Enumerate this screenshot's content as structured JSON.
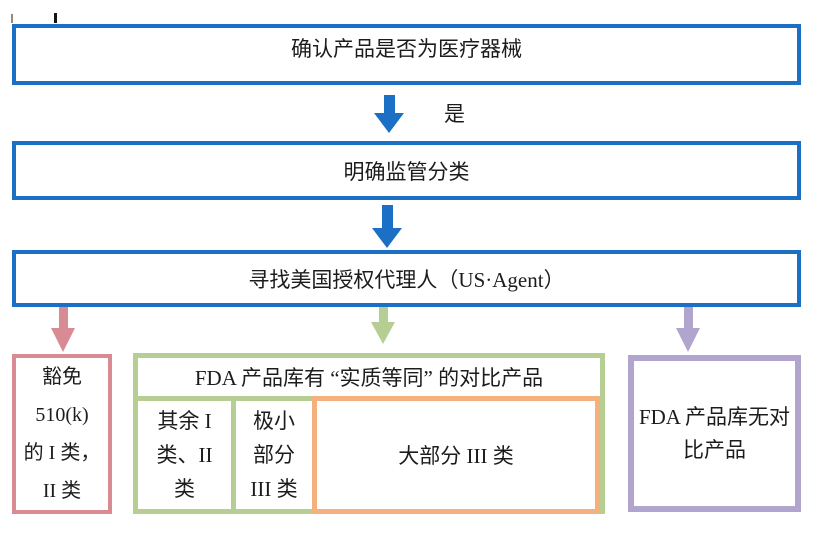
{
  "colors": {
    "blue": "#1b6fc4",
    "pink": "#d98b93",
    "green": "#b6ce92",
    "orange": "#f4b17e",
    "purple": "#b2a5cd",
    "text": "#1c1c1c"
  },
  "flow": {
    "step1": "确认产品是否为医疗器械",
    "branch_yes": "是",
    "step2": "明确监管分类",
    "step3": "寻找美国授权代理人（US·Agent）"
  },
  "outcomes": {
    "exempt_510k": {
      "lines": [
        "豁免",
        "510(k)",
        "的 I 类，",
        "II 类"
      ]
    },
    "substantial_equivalence": {
      "header": "FDA 产品库有 “实质等同” 的对比产品",
      "cell_remaining_class12": {
        "lines": [
          "其余 I",
          "类、II",
          "类"
        ]
      },
      "cell_small_class3": {
        "lines": [
          "极小",
          "部分",
          "III 类"
        ]
      },
      "cell_most_class3": "大部分 III 类"
    },
    "no_match": {
      "lines": [
        "FDA 产品库无对",
        "比产品"
      ]
    }
  }
}
